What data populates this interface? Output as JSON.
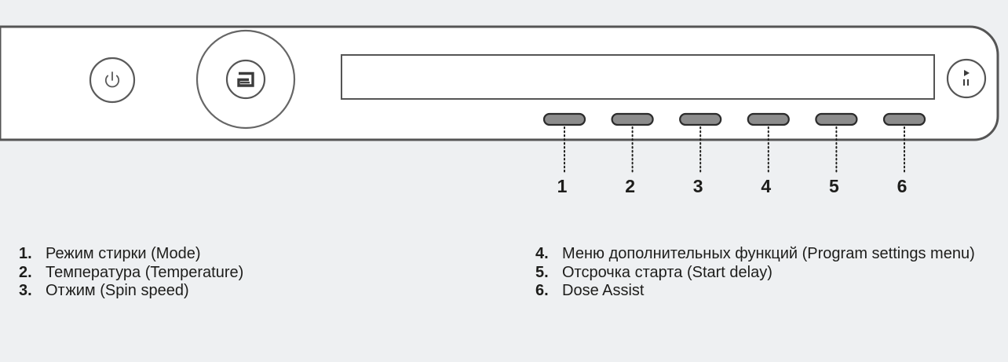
{
  "panel": {
    "power_icon": "power-icon",
    "program_dial_icon": "a-logo-icon",
    "start_pause_icon": "play-pause-icon",
    "display_text": "",
    "buttons": [
      {
        "number": "1"
      },
      {
        "number": "2"
      },
      {
        "number": "3"
      },
      {
        "number": "4"
      },
      {
        "number": "5"
      },
      {
        "number": "6"
      }
    ]
  },
  "legend": {
    "left": [
      {
        "num": "1.",
        "text": "Режим стирки (Mode)"
      },
      {
        "num": "2.",
        "text": "Температура (Temperature)"
      },
      {
        "num": "3.",
        "text": "Отжим (Spin speed)"
      }
    ],
    "right": [
      {
        "num": "4.",
        "text": "Меню дополнительных функций (Program settings menu)"
      },
      {
        "num": "5.",
        "text": "Отсрочка старта (Start delay)"
      },
      {
        "num": "6.",
        "text": "Dose Assist"
      }
    ]
  },
  "colors": {
    "background": "#eef0f2",
    "panel_fill": "#ffffff",
    "outline": "#555555",
    "button_fill": "#8c8c8c",
    "text": "#1d1d1b"
  }
}
